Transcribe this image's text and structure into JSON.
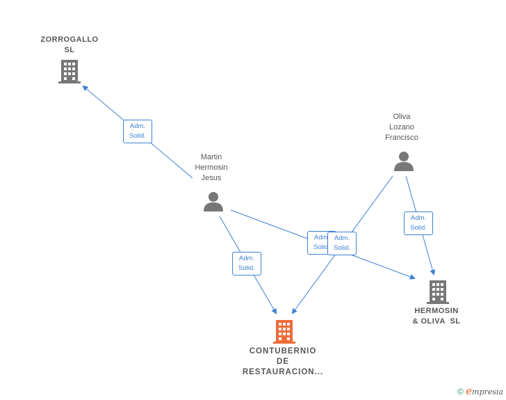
{
  "nodes": {
    "zorrogallo": {
      "label_line1": "ZORROGALLO",
      "label_line2": "SL"
    },
    "martin": {
      "label_line1": "Martin",
      "label_line2": "Hermosin",
      "label_line3": "Jesus"
    },
    "oliva": {
      "label_line1": "Oliva",
      "label_line2": "Lozano",
      "label_line3": "Francisco"
    },
    "hermosin_oliva": {
      "label_line1": "HERMOSIN",
      "label_line2": "& OLIVA  SL"
    },
    "contubernio": {
      "label_line1": "CONTUBERNIO",
      "label_line2": "DE",
      "label_line3": "RESTAURACION..."
    }
  },
  "edges": {
    "martin_zorrogallo": {
      "line1": "Adm.",
      "line2": "Solid."
    },
    "martin_contubernio": {
      "line1": "Adm.",
      "line2": "Solid."
    },
    "martin_hermosin": {
      "line1": "Adm.",
      "line2": "Solid."
    },
    "oliva_contubernio": {
      "line1": "Adm.",
      "line2": "Solid."
    },
    "oliva_hermosin": {
      "line1": "Adm.",
      "line2": "Solid."
    }
  },
  "colors": {
    "edge": "#3b7fd4",
    "company": "#777777",
    "main_company": "#f06b3a",
    "person": "#777777"
  },
  "footer": {
    "copyright": "©",
    "brand_initial": "e",
    "brand_rest": "mpresia"
  }
}
